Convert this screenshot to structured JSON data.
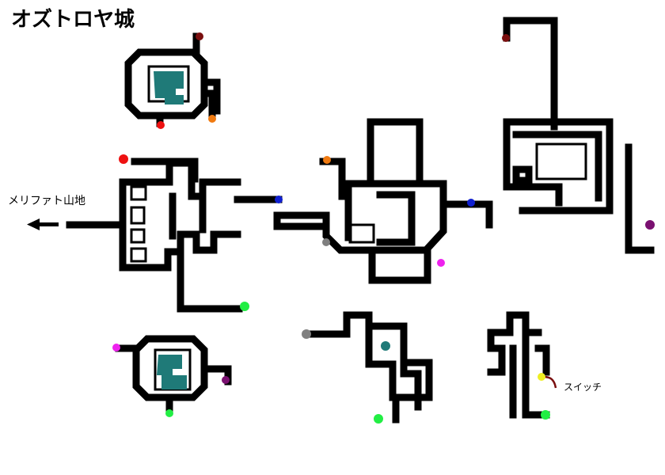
{
  "map_title": "オズトロヤ城",
  "labels": {
    "exit": "メリファト山地",
    "switch": "スイッチ"
  },
  "colors": {
    "wall": "#000000",
    "floor": "#ffffff",
    "water": "#1f7a78",
    "dark_red": "#7a0f0f",
    "red": "#ee1111",
    "orange": "#f07a10",
    "blue": "#1020d0",
    "gray": "#808080",
    "magenta": "#ee22ee",
    "purple": "#7a1070",
    "green": "#22ee44",
    "yellow": "#eeee22"
  },
  "markers": [
    {
      "name": "dark-red",
      "count": 2
    },
    {
      "name": "red",
      "count": 2
    },
    {
      "name": "orange",
      "count": 2
    },
    {
      "name": "blue",
      "count": 2
    },
    {
      "name": "gray",
      "count": 2
    },
    {
      "name": "magenta",
      "count": 2
    },
    {
      "name": "purple",
      "count": 2
    },
    {
      "name": "green",
      "count": 4
    },
    {
      "name": "yellow",
      "count": 1
    }
  ]
}
